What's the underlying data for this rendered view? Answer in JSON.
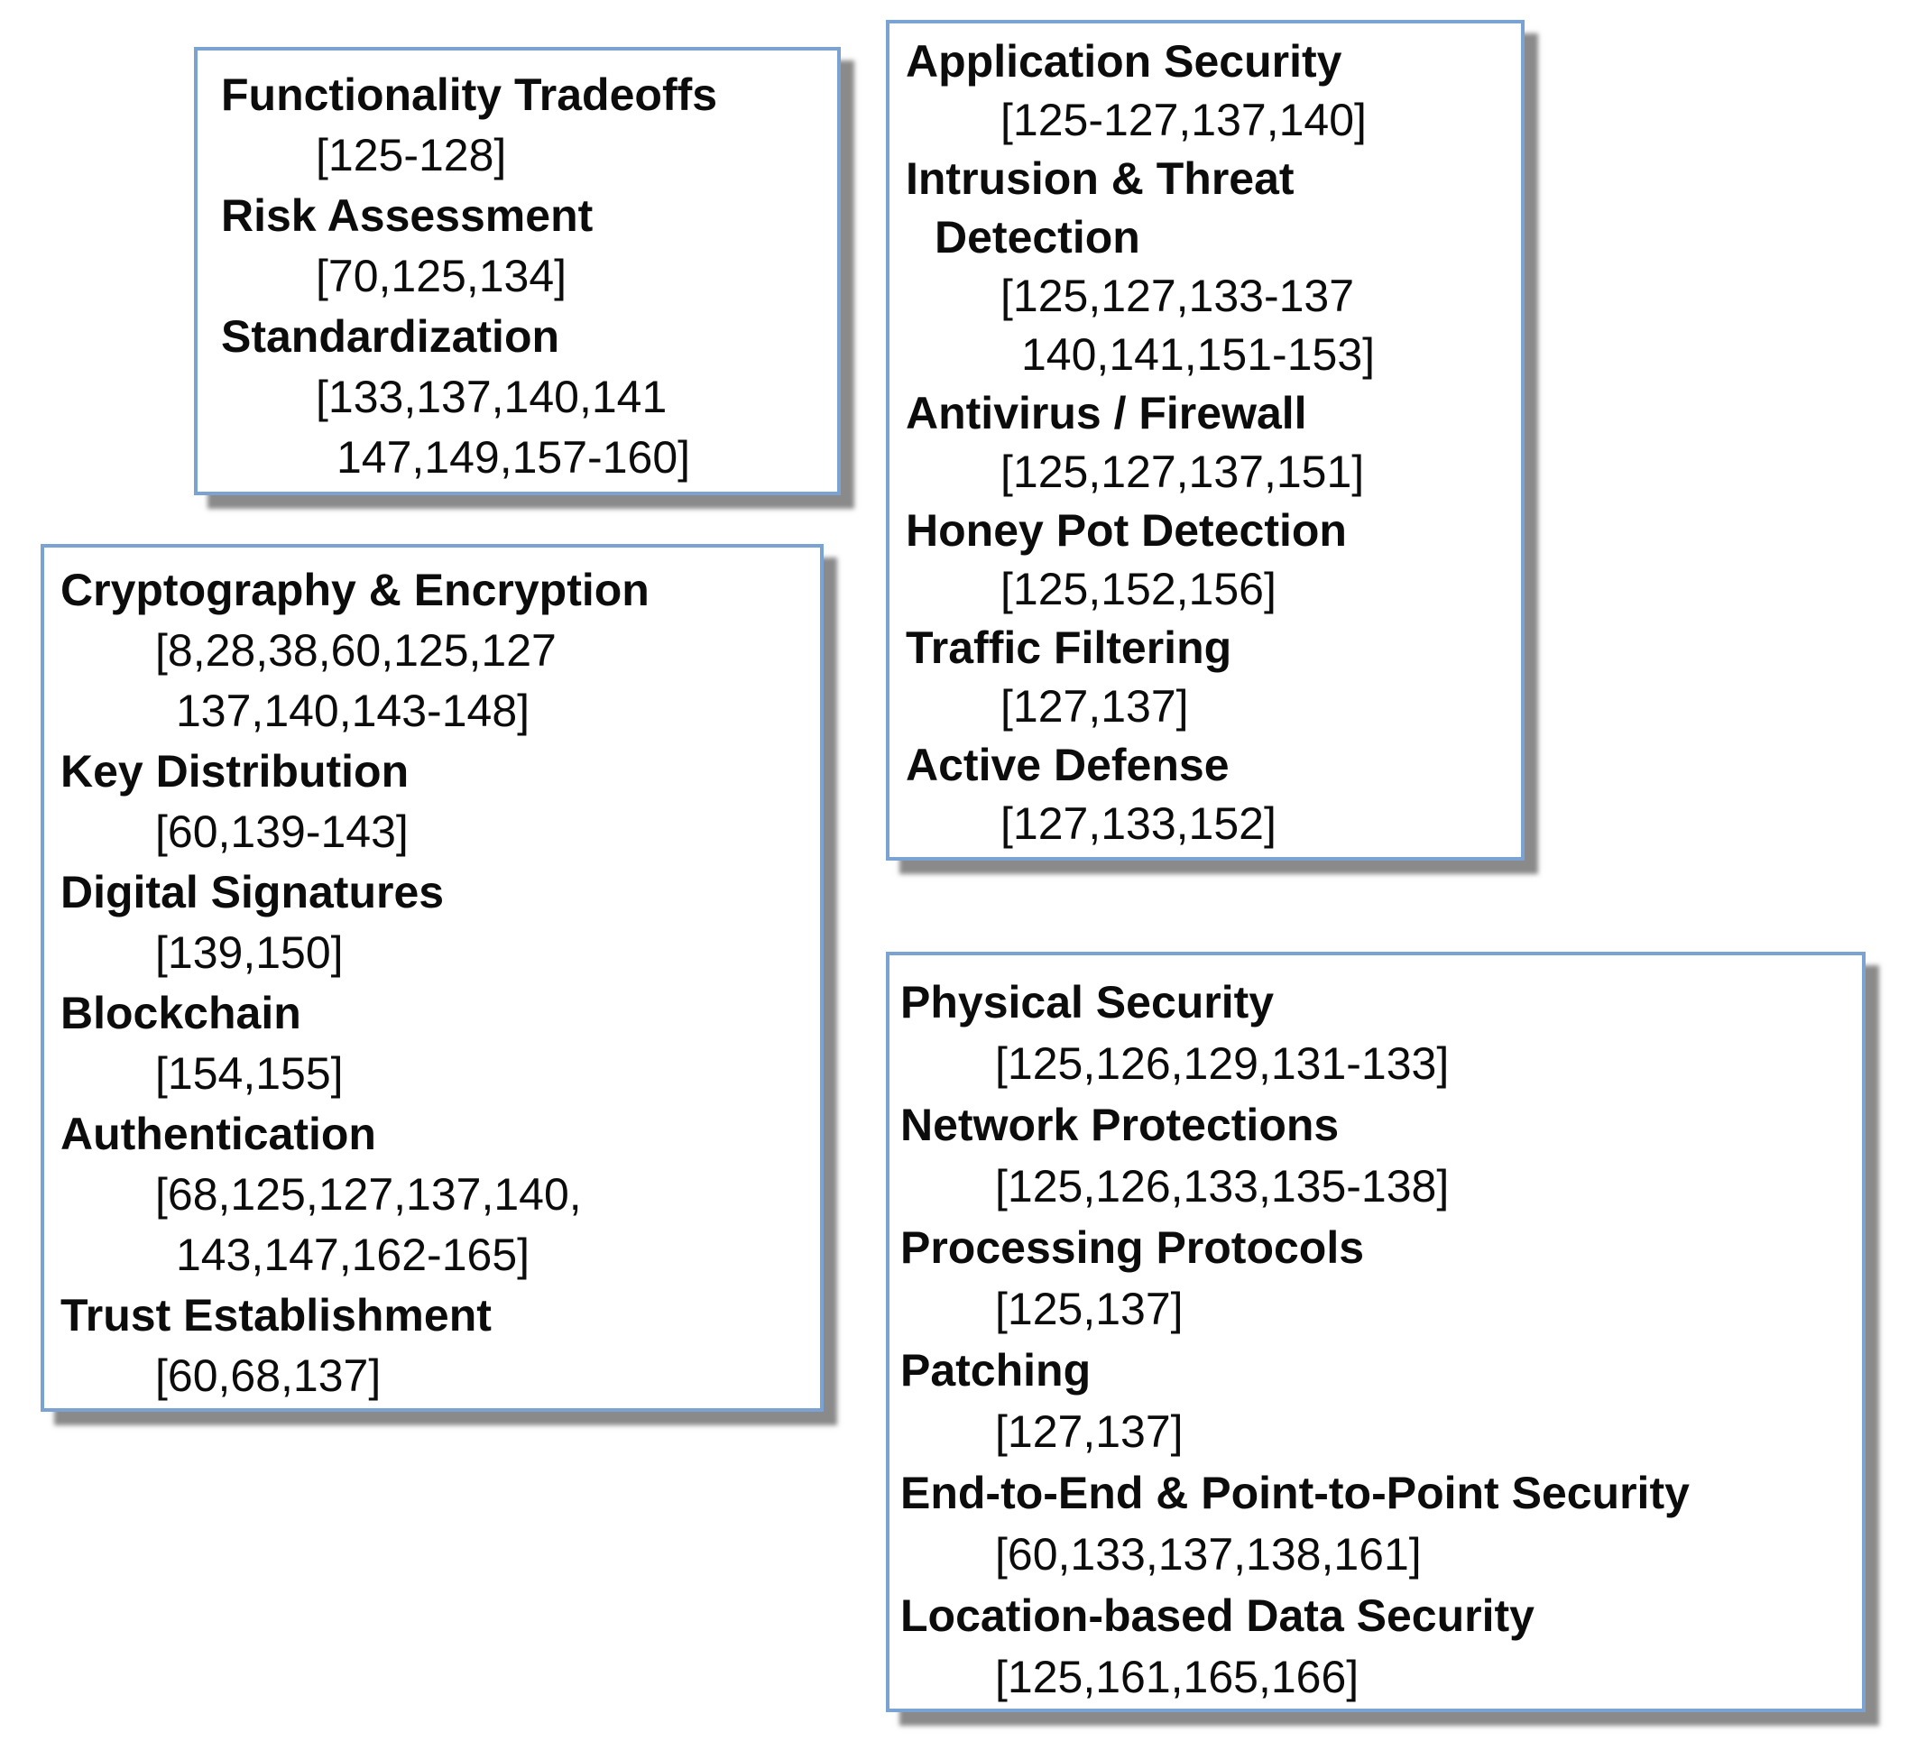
{
  "figure": {
    "description": "Taxonomy of security topics with citation reference lists",
    "background_color": "#ffffff",
    "box_border_color": "#7aa3d4",
    "box_shadow_color": "#696969",
    "text_color": "#0c0c0c"
  },
  "boxes": [
    {
      "name": "tradeoffs-assessment-standardization-box",
      "entries": [
        {
          "title": [
            "Functionality Tradeoffs"
          ],
          "cites": [
            "[125-128]"
          ]
        },
        {
          "title": [
            "Risk Assessment"
          ],
          "cites": [
            "[70,125,134]"
          ]
        },
        {
          "title": [
            "Standardization"
          ],
          "cites": [
            "[133,137,140,141",
            "147,149,157-160]"
          ]
        }
      ]
    },
    {
      "name": "threat-detection-defense-box",
      "entries": [
        {
          "title": [
            "Application Security"
          ],
          "cites": [
            "[125-127,137,140]"
          ]
        },
        {
          "title": [
            "Intrusion & Threat",
            "Detection"
          ],
          "cites": [
            "[125,127,133-137",
            "140,141,151-153]"
          ]
        },
        {
          "title": [
            "Antivirus / Firewall"
          ],
          "cites": [
            "[125,127,137,151]"
          ]
        },
        {
          "title": [
            "Honey Pot Detection"
          ],
          "cites": [
            "[125,152,156]"
          ]
        },
        {
          "title": [
            "Traffic Filtering"
          ],
          "cites": [
            "[127,137]"
          ]
        },
        {
          "title": [
            "Active Defense"
          ],
          "cites": [
            "[127,133,152]"
          ]
        }
      ]
    },
    {
      "name": "cryptography-authentication-box",
      "entries": [
        {
          "title": [
            "Cryptography & Encryption"
          ],
          "cites": [
            "[8,28,38,60,125,127",
            "137,140,143-148]"
          ]
        },
        {
          "title": [
            "Key Distribution"
          ],
          "cites": [
            "[60,139-143]"
          ]
        },
        {
          "title": [
            "Digital Signatures"
          ],
          "cites": [
            "[139,150]"
          ]
        },
        {
          "title": [
            "Blockchain"
          ],
          "cites": [
            "[154,155]"
          ]
        },
        {
          "title": [
            "Authentication"
          ],
          "cites": [
            "[68,125,127,137,140,",
            "143,147,162-165]"
          ]
        },
        {
          "title": [
            "Trust Establishment"
          ],
          "cites": [
            "[60,68,137]"
          ]
        }
      ]
    },
    {
      "name": "physical-network-protections-box",
      "entries": [
        {
          "title": [
            "Physical Security"
          ],
          "cites": [
            "[125,126,129,131-133]"
          ]
        },
        {
          "title": [
            "Network Protections"
          ],
          "cites": [
            "[125,126,133,135-138]"
          ]
        },
        {
          "title": [
            "Processing Protocols"
          ],
          "cites": [
            "[125,137]"
          ]
        },
        {
          "title": [
            "Patching"
          ],
          "cites": [
            "[127,137]"
          ]
        },
        {
          "title": [
            "End-to-End & Point-to-Point Security"
          ],
          "cites": [
            "[60,133,137,138,161]"
          ]
        },
        {
          "title": [
            "Location-based Data Security"
          ],
          "cites": [
            "[125,161,165,166]"
          ]
        }
      ]
    }
  ]
}
